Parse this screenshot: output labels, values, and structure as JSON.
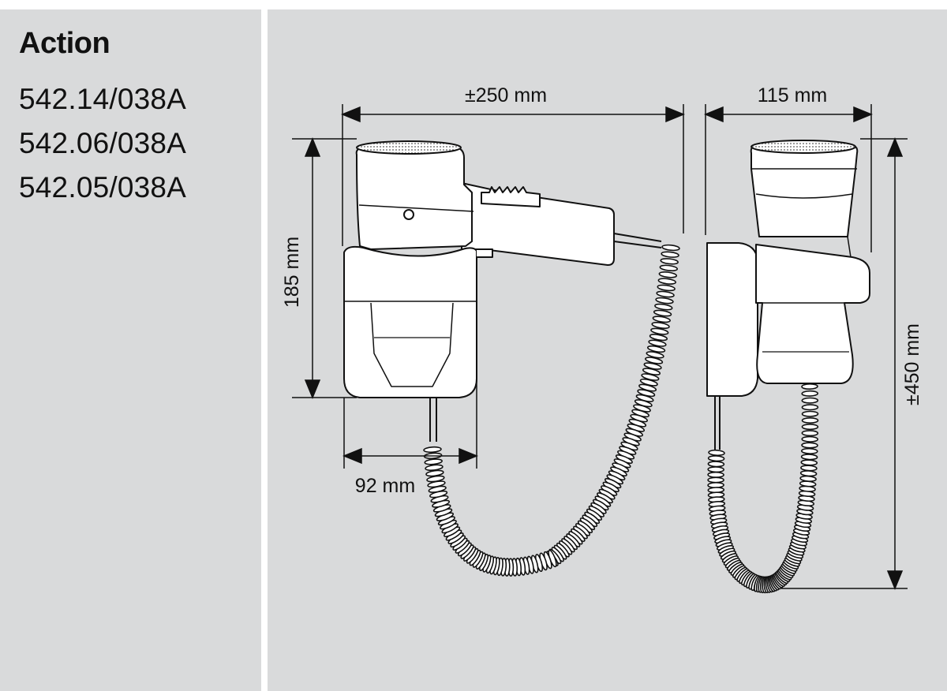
{
  "product": {
    "name": "Action",
    "models": [
      "542.14/038A",
      "542.06/038A",
      "542.05/038A"
    ]
  },
  "dimensions": {
    "width_side": "±250 mm",
    "height_holder": "185 mm",
    "depth_holder": "92 mm",
    "width_front": "115 mm",
    "height_total": "±450 mm"
  },
  "colors": {
    "background": "#d9dadb",
    "line": "#111111",
    "fill": "#ffffff"
  }
}
